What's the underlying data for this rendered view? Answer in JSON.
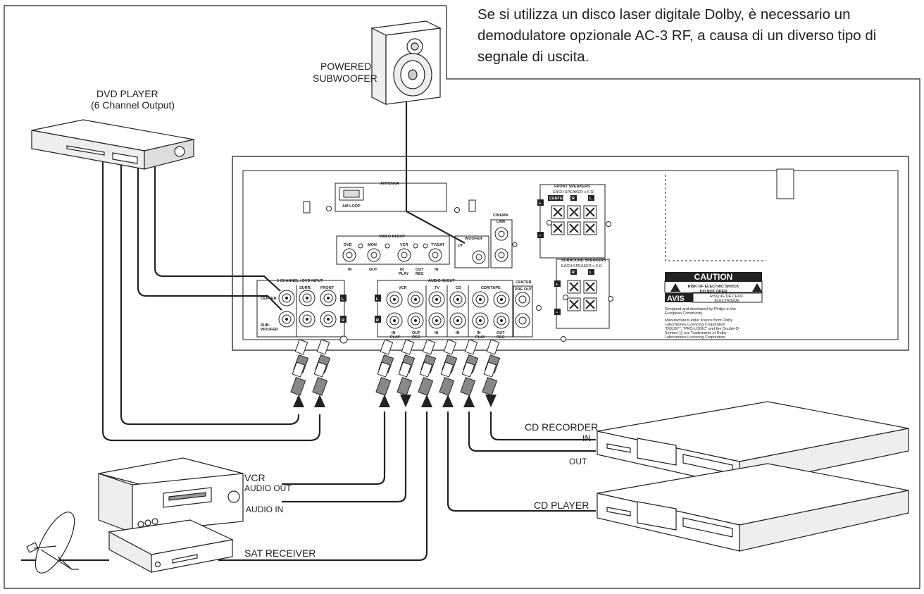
{
  "note": "Se si utilizza un disco laser digitale Dolby, è necessario un demodulatore opzionale AC-3 RF, a causa di un diverso tipo di segnale di uscita.",
  "devices": {
    "subwoofer": [
      "POWERED",
      "SUBWOOFER"
    ],
    "dvd": [
      "DVD PLAYER",
      "(6 Channel Output)"
    ],
    "cd_recorder": "CD RECORDER",
    "cd_recorder_in": "IN",
    "cd_recorder_out": "OUT",
    "vcr": "VCR",
    "vcr_audio_out": "AUDIO OUT",
    "vcr_audio_in": "AUDIO IN",
    "cd_player": "CD PLAYER",
    "sat_receiver": "SAT RECEIVER"
  },
  "panel": {
    "antenna": "ANTENNA",
    "am_loop": "AM LOOP",
    "video_io": "VIDEO IN/OUT",
    "video_dvd": "DVD",
    "video_mon": "MON",
    "video_vcr": "VCR",
    "video_tvsat": "TV/SAT",
    "in": "IN",
    "out": "OUT",
    "play": "PLAY",
    "rec": "REC",
    "subwoofer": "WOOFER",
    "sub_out": "UT",
    "cinema_link": [
      "CINEMA",
      "LINK"
    ],
    "six_channel": "6 CHANNEL / DVD INPUT",
    "center": "CENTER",
    "surr": "SURR.",
    "front": "FRONT",
    "sub": [
      "SUB-",
      "WOOFER"
    ],
    "audio_io": "AUDIO IN/OUT",
    "audio_vcr": "VCR",
    "audio_tv": "TV",
    "audio_cd": "CD",
    "audio_cdr": "CDR/TAPE",
    "center_pre": [
      "CENTER",
      "PRE OUT"
    ],
    "front_speakers": "FRONT SPEAKERS",
    "each_speaker": "EACH SPEAKER ≥ 6 Ω",
    "spk_center": "CENTER",
    "spk_r": "R",
    "spk_l": "L",
    "surround_speakers": "SURROUND SPEAKERS",
    "l": "L",
    "r": "R",
    "plus": "+",
    "minus": "−"
  },
  "caution": {
    "title": "CAUTION",
    "shock": [
      "RISK OF ELECTRIC SHOCK",
      "DO NOT OPEN"
    ],
    "avis": "AVIS",
    "avis_text": [
      "RISQUE DE CHOC",
      "ELECTRIQUE"
    ],
    "designed": [
      "Designed and developed by Philips in the",
      "European Community"
    ],
    "licence": [
      "Manufactured under licence from Dolby",
      "Laboratories Licencing Corporation.",
      "\"DOLBY\", \"PRO-LOGIC\" and the Double-D",
      "Symbol ▯▯ are Trademarks of Dolby",
      "Laboratories Licencing Corporation."
    ]
  }
}
